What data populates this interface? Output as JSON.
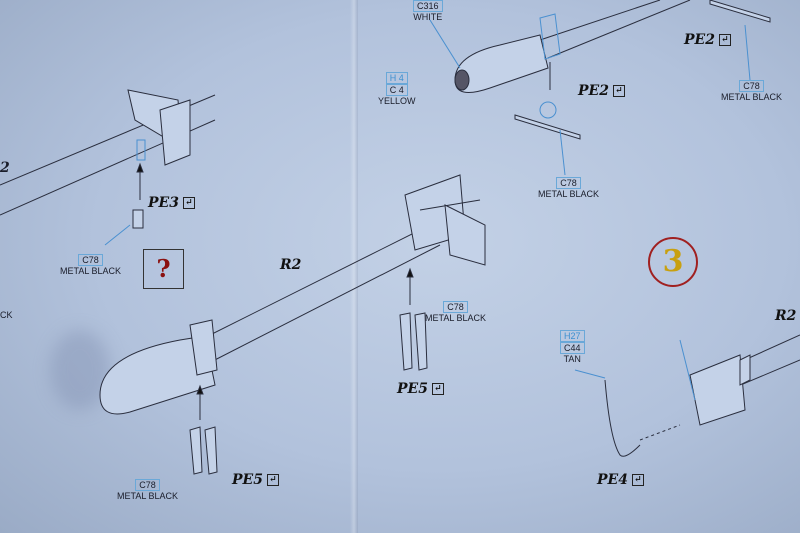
{
  "page_fragments": {
    "left_number": "2",
    "left_cut_label": "CK"
  },
  "paint_labels": {
    "white": {
      "code": "C316",
      "name": "WHITE"
    },
    "yellow": {
      "h": "H 4",
      "code": "C 4",
      "name": "YELLOW"
    },
    "tan": {
      "h": "H27",
      "code": "C44",
      "name": "TAN"
    },
    "metal_black": {
      "code": "C78",
      "name": "METAL BLACK"
    }
  },
  "parts": {
    "pe2": "PE2",
    "pe3": "PE3",
    "pe4": "PE4",
    "pe5": "PE5",
    "r2": "R2"
  },
  "check_icon": "↵",
  "question_mark": "?",
  "step_number": "3"
}
